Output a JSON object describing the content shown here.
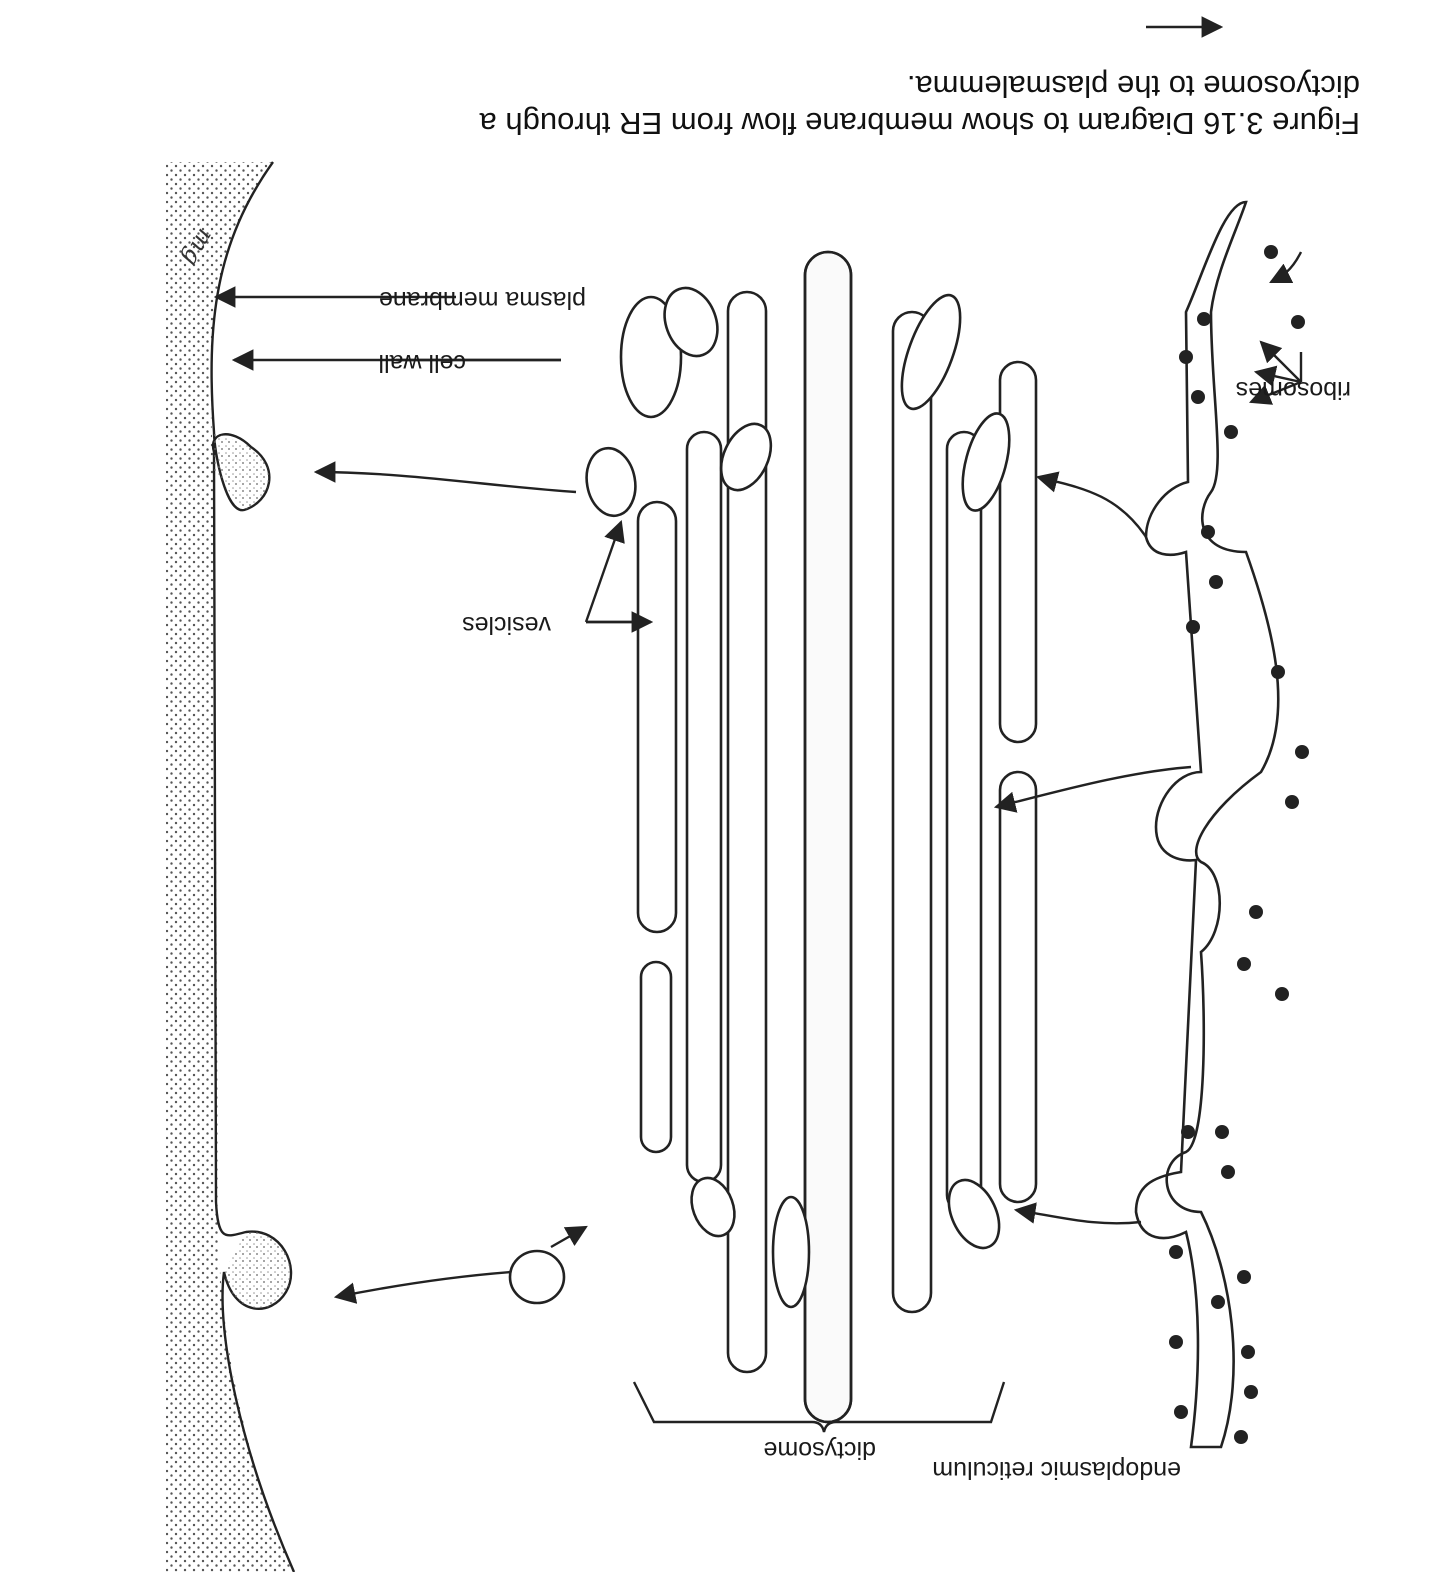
{
  "figure": {
    "caption_line1": "Figure  3.16   Diagram to show membrane flow from ER through a",
    "caption_line2": "dictyosome to the plasmalemma.",
    "signature_text": "mg"
  },
  "labels": {
    "endoplasmic_reticulum": "endoplasmic reticulum",
    "ribosomes": "ribosomes",
    "dictysome": "dictysome",
    "vesicles": "vesicles",
    "cell_wall": "cell wall",
    "plasma_membrane": "plasma membrane"
  },
  "orientation": "rotated-180",
  "colors": {
    "ink": "#222222",
    "paper": "#ffffff",
    "stipple": "#555555"
  }
}
